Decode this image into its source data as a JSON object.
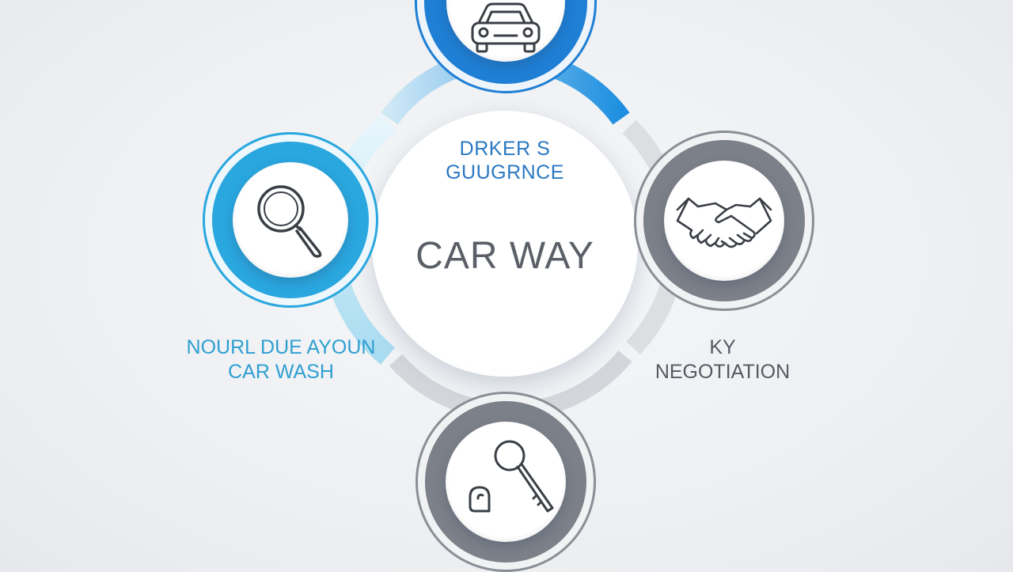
{
  "center": {
    "subtitle_line1": "DRKER S",
    "subtitle_line2": "GUUGRNCE",
    "title": "CAR WAY"
  },
  "nodes": [
    {
      "id": "top",
      "icon": "car-icon",
      "accent": "#1f7fd4"
    },
    {
      "id": "left",
      "icon": "magnifier-icon",
      "accent": "#2aa7df"
    },
    {
      "id": "right",
      "icon": "handshake-icon",
      "accent": "#7c8088"
    },
    {
      "id": "bottom",
      "icon": "key-icon",
      "accent": "#7c8088"
    }
  ],
  "labels": {
    "left_line1": "NOURL DUE AYOUN",
    "left_line2": "CAR WASH",
    "right_line1": "KY",
    "right_line2": "NEGOTIATION"
  },
  "colors": {
    "blue_dark": "#1f7fd4",
    "blue_light": "#2aa7df",
    "gray": "#7c8088",
    "text_gray": "#555a62"
  }
}
